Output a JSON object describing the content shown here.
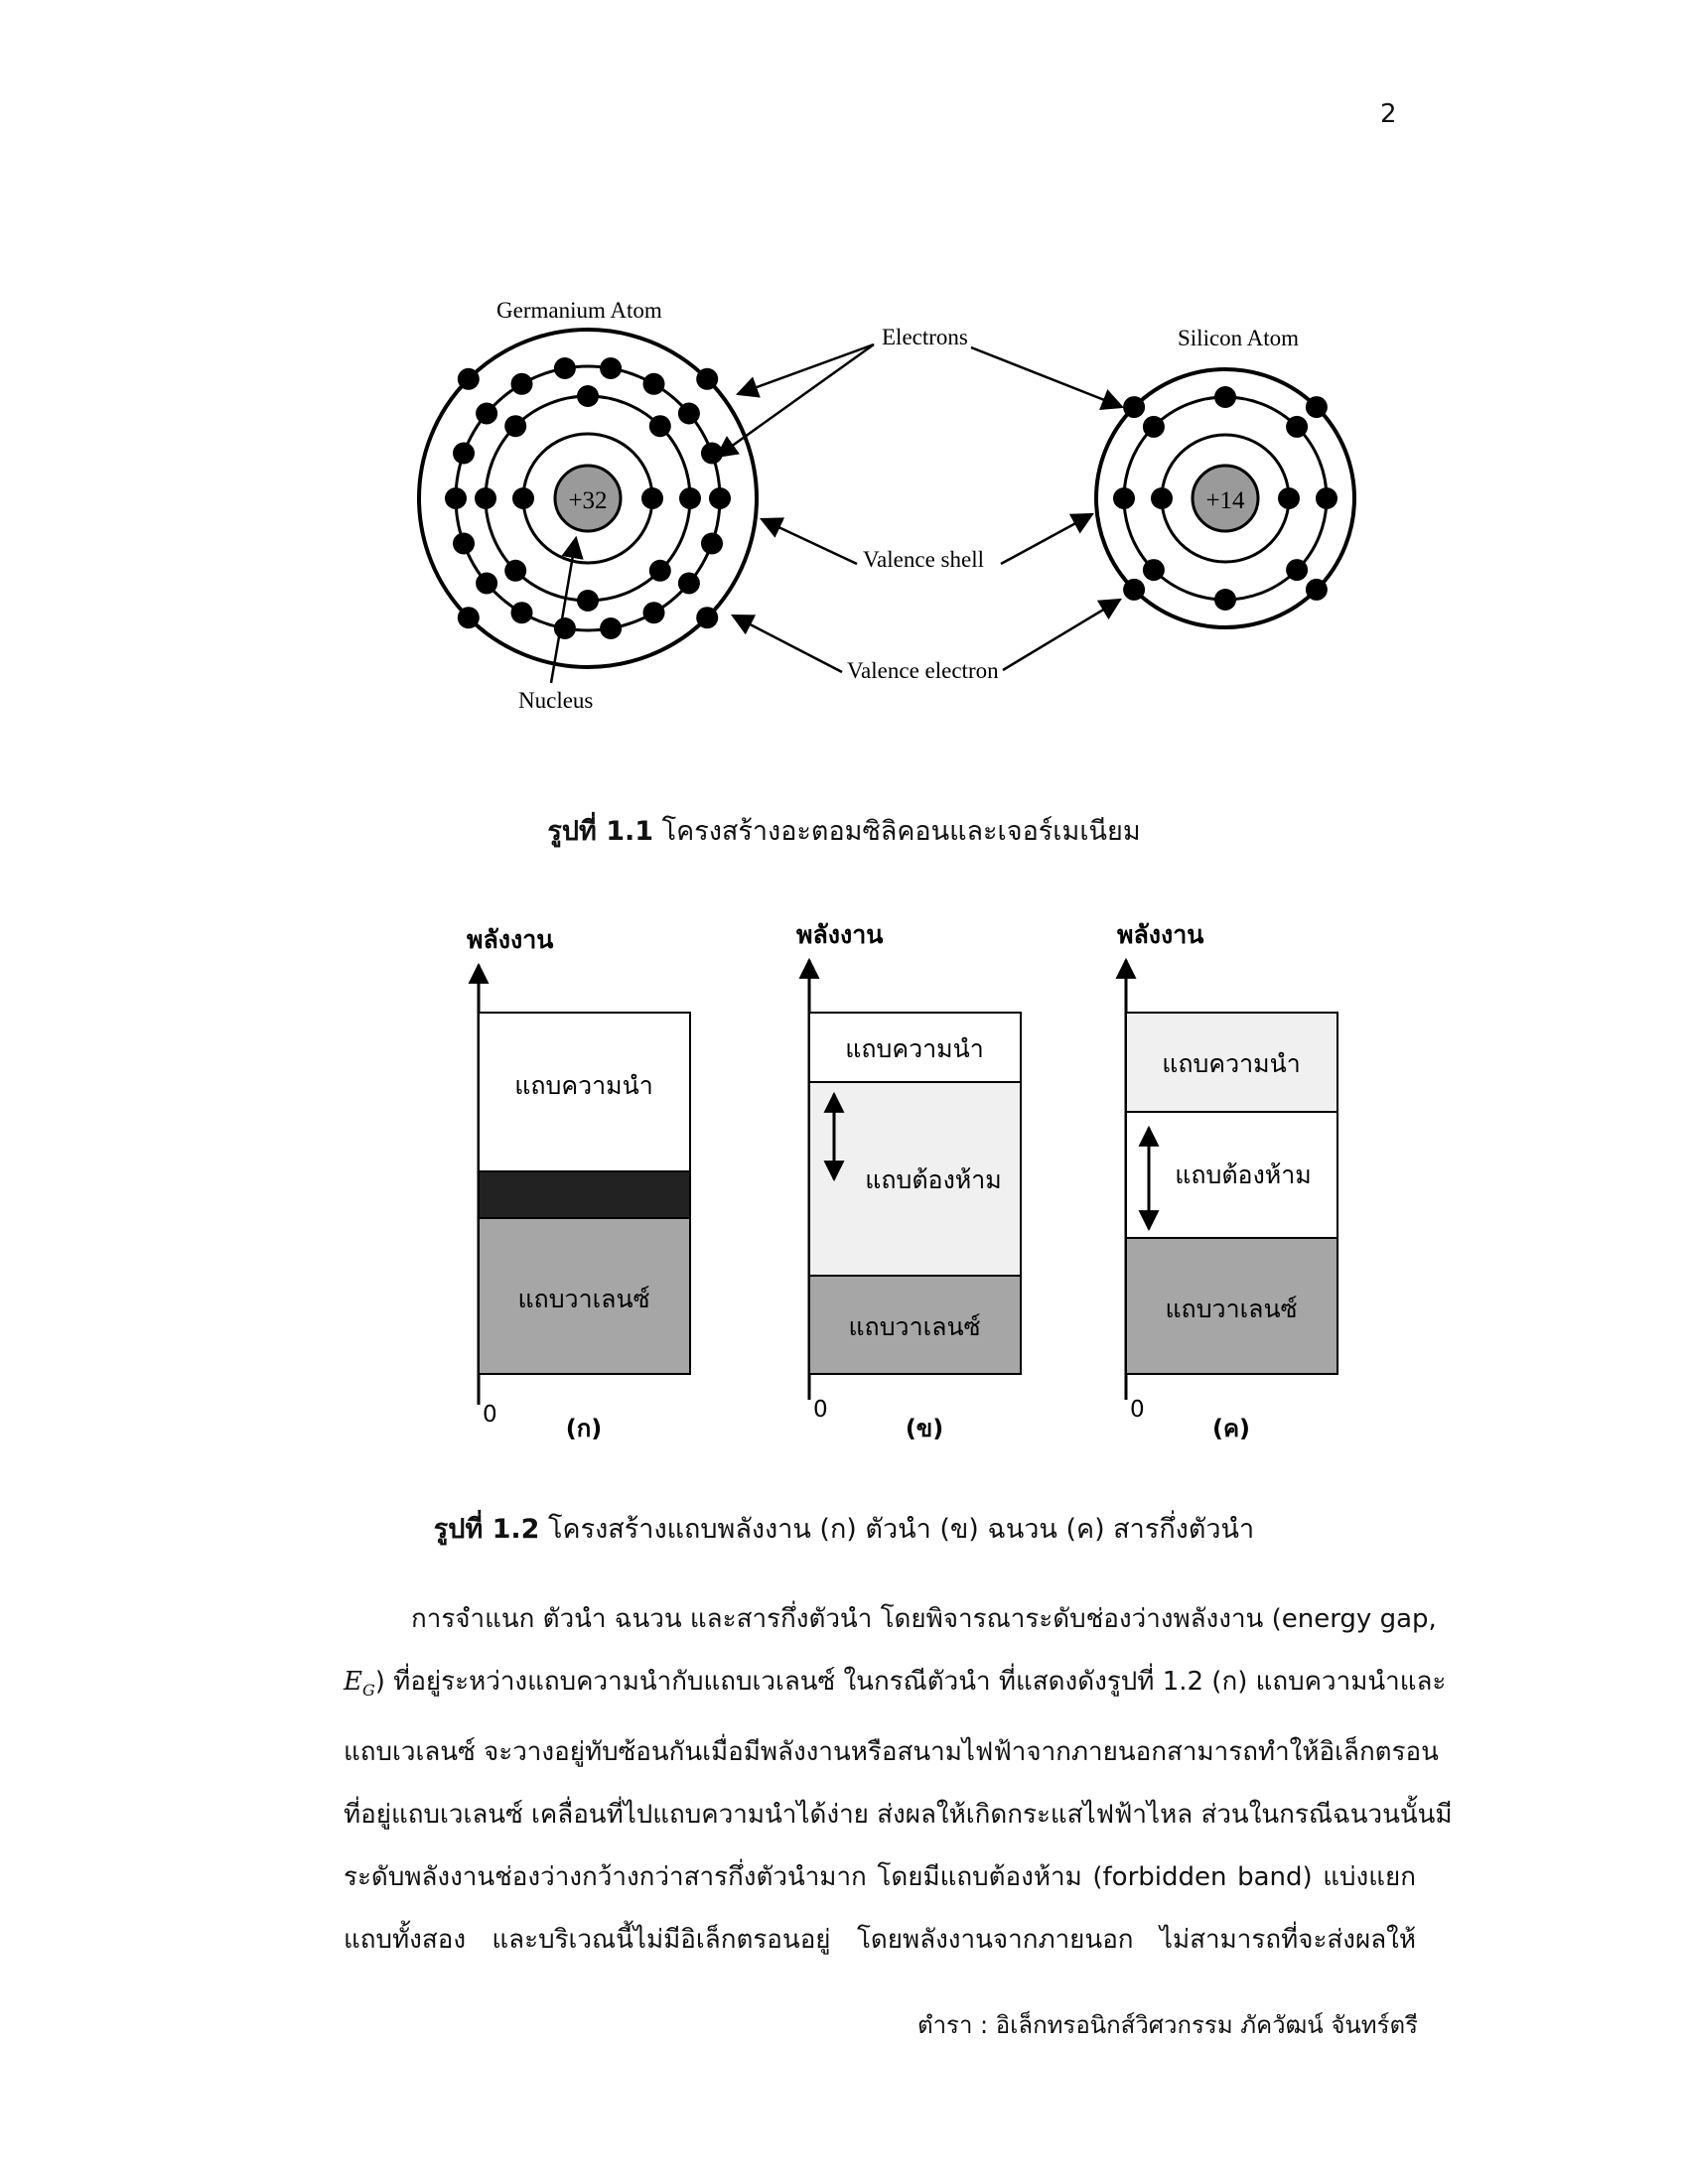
{
  "page_number": "2",
  "figure1": {
    "germanium_title": "Germanium Atom",
    "silicon_title": "Silicon Atom",
    "germanium_nucleus": "+32",
    "silicon_nucleus": "+14",
    "label_electrons": "Electrons",
    "label_valence_shell": "Valence shell",
    "label_valence_electron": "Valence electron",
    "label_nucleus": "Nucleus",
    "caption_bold": "รูปที่ 1.1",
    "caption_text": " โครงสร้างอะตอมซิลิคอนและเจอร์เมเนียม"
  },
  "figure2": {
    "panels": [
      {
        "axis_label": "พลังงาน",
        "conduction": "แถบความนำ",
        "forbidden": "",
        "valence": "แถบวาเลนซ์",
        "zero": "0",
        "tag": "(ก)"
      },
      {
        "axis_label": "พลังงาน",
        "conduction": "แถบความนำ",
        "forbidden": "แถบต้องห้าม",
        "valence": "แถบวาเลนซ์",
        "zero": "0",
        "tag": "(ข)"
      },
      {
        "axis_label": "พลังงาน",
        "conduction": "แถบความนำ",
        "forbidden": "แถบต้องห้าม",
        "valence": "แถบวาเลนซ์",
        "zero": "0",
        "tag": "(ค)"
      }
    ],
    "caption_bold": "รูปที่ 1.2",
    "caption_text": " โครงสร้างแถบพลังงาน (ก) ตัวนำ (ข) ฉนวน (ค) สารกึ่งตัวนำ"
  },
  "body": {
    "line1": "การจำแนก ตัวนำ ฉนวน และสารกึ่งตัวนำ โดยพิจารณาระดับช่องว่างพลังงาน (energy gap,",
    "eg_main": "E",
    "eg_sub": "G",
    "line2_rest": ") ที่อยู่ระหว่างแถบความนำกับแถบเวเลนซ์ ในกรณีตัวนำ ที่แสดงดังรูปที่ 1.2 (ก) แถบความนำและ",
    "line3": "แถบเวเลนซ์ จะวางอยู่ทับซ้อนกันเมื่อมีพลังงานหรือสนามไฟฟ้าจากภายนอกสามารถทำให้อิเล็กตรอน",
    "line4": "ที่อยู่แถบเวเลนซ์ เคลื่อนที่ไปแถบความนำได้ง่าย ส่งผลให้เกิดกระแสไฟฟ้าไหล ส่วนในกรณีฉนวนนั้นมี",
    "line5": "ระดับพลังงานช่องว่างกว้างกว่าสารกึ่งตัวนำมาก โดยมีแถบต้องห้าม (forbidden band) แบ่งแยก",
    "line6": "แถบทั้งสอง และบริเวณนี้ไม่มีอิเล็กตรอนอยู่ โดยพลังงานจากภายนอก ไม่สามารถที่จะส่งผลให้"
  },
  "footer": "ตำรา : อิเล็กทรอนิกส์วิศวกรรม   ภัควัฒน์ จันทร์ตรี"
}
